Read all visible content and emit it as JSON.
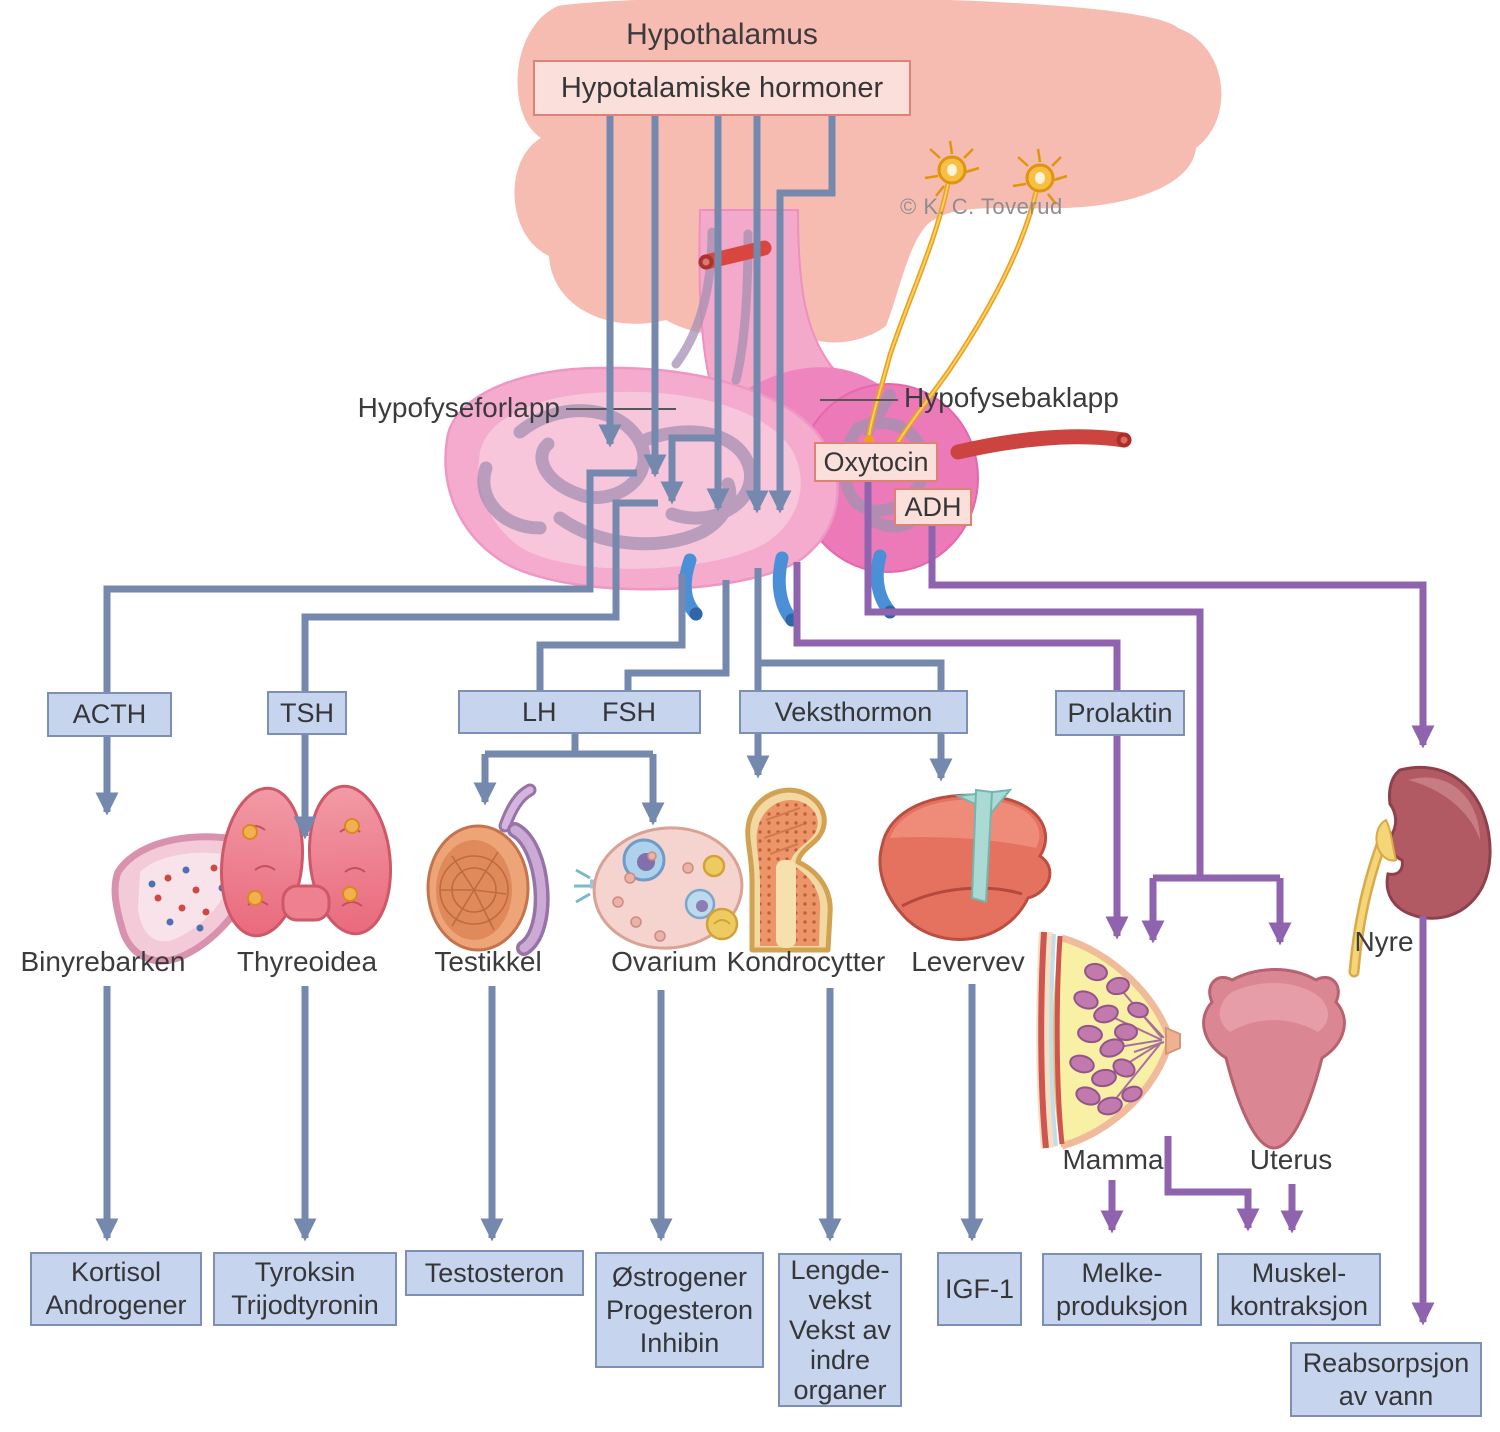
{
  "title": "Hypothalamus",
  "credit": "© K. C. Toverud",
  "hypothalamic_hormones_label": "Hypotalamiske hormoner",
  "pituitary": {
    "anterior_label": "Hypofyseforlapp",
    "posterior_label": "Hypofysebaklapp"
  },
  "posterior_hormones": {
    "oxytocin": "Oxytocin",
    "adh": "ADH"
  },
  "anterior_hormones": {
    "acth": "ACTH",
    "tsh": "TSH",
    "lh": "LH",
    "fsh": "FSH",
    "growth_hormone": "Veksthormon",
    "prolactin": "Prolaktin"
  },
  "target_organs": {
    "adrenal_cortex": "Binyrebarken",
    "thyroid": "Thyreoidea",
    "testis": "Testikkel",
    "ovary": "Ovarium",
    "chondrocytes": "Kondrocytter",
    "liver_tissue": "Levervev",
    "breast": "Mamma",
    "uterus": "Uterus",
    "kidney": "Nyre"
  },
  "effects": {
    "adrenal": [
      "Kortisol",
      "Androgener"
    ],
    "thyroid": [
      "Tyroksin",
      "Trijodtyronin"
    ],
    "testis": [
      "Testosteron"
    ],
    "ovary": [
      "Østrogener",
      "Progesteron",
      "Inhibin"
    ],
    "bone": [
      "Lengde-",
      "vekst",
      "Vekst av",
      "indre",
      "organer"
    ],
    "liver": [
      "IGF-1"
    ],
    "breast": [
      "Melke-",
      "produksjon"
    ],
    "uterus": [
      "Muskel-",
      "kontraksjon"
    ],
    "kidney": [
      "Reabsorpsjon",
      "av vann"
    ]
  },
  "colors": {
    "anterior_pathway_arrow": "#7589ae",
    "posterior_pathway_arrow": "#8f63ad",
    "hormone_box_fill": "#c6d4ee",
    "hormone_box_border": "#7d8fb4",
    "pink_box_fill": "#fbdfda",
    "pink_box_border": "#dc8277",
    "hypothalamus_fill": "#f6bcb1"
  }
}
